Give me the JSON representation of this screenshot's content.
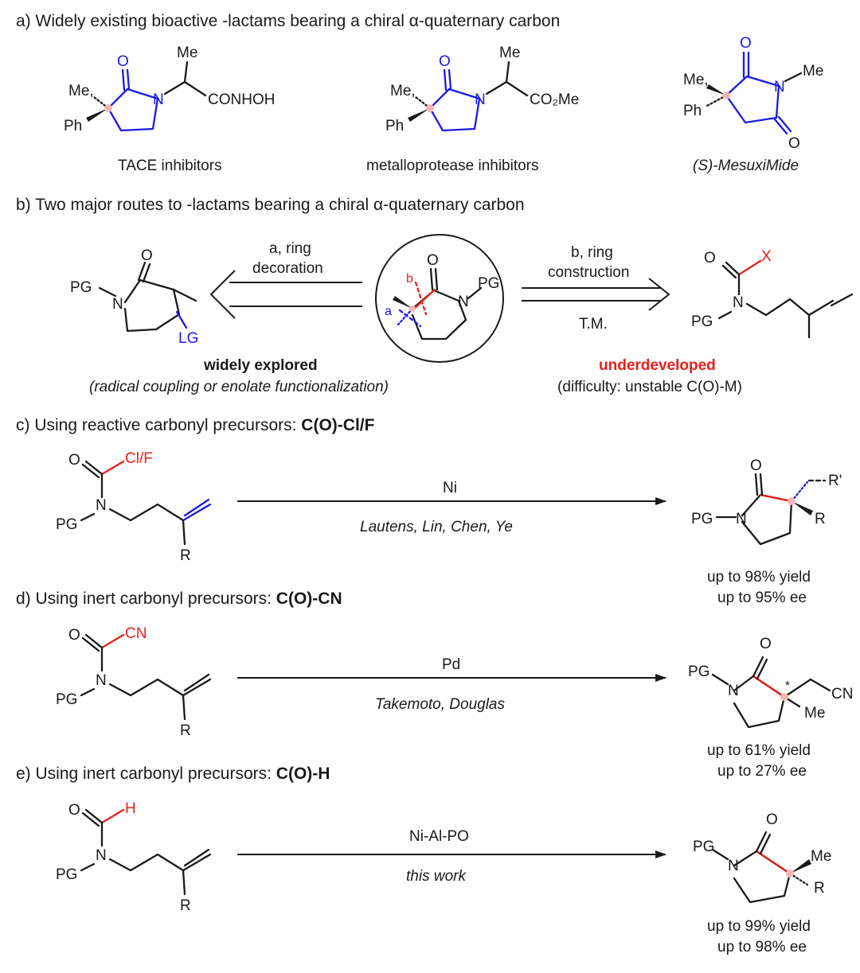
{
  "sections": {
    "a": {
      "heading": "a) Widely existing bioactive   -lactams bearing a chiral α-quaternary carbon",
      "compounds": [
        {
          "caption": "TACE inhibitors",
          "substituent": "CONHOH"
        },
        {
          "caption": "metalloprotease inhibitors",
          "substituent": "CO₂Me"
        },
        {
          "caption": "(S)-MesuxiMide",
          "substituent": ""
        }
      ]
    },
    "b": {
      "heading": "b) Two major routes to   -lactams bearing a chiral α-quaternary carbon",
      "route_a": {
        "label_line1": "a, ring",
        "label_line2": "decoration",
        "status": "widely explored",
        "note": "(radical coupling or enolate functionalization)"
      },
      "route_b": {
        "label_line1": "b, ring",
        "label_line2": "construction",
        "below": "T.M.",
        "status": "underdeveloped",
        "note": "(difficulty: unstable C(O)-M)"
      }
    },
    "c": {
      "heading_prefix": "c) Using reactive carbonyl precursors: ",
      "heading_bold": "C(O)-Cl/F",
      "leaving_group": "Cl/F",
      "catalyst": "Ni",
      "authors": "Lautens, Lin, Chen, Ye",
      "yield": "up to 98% yield",
      "ee": "up to 95% ee"
    },
    "d": {
      "heading_prefix": "d) Using inert carbonyl precursors: ",
      "heading_bold": "C(O)-CN",
      "leaving_group": "CN",
      "catalyst": "Pd",
      "authors": "Takemoto, Douglas",
      "yield": "up to 61% yield",
      "ee": "up to 27% ee"
    },
    "e": {
      "heading_prefix": "e) Using inert carbonyl precursors: ",
      "heading_bold": "C(O)-H",
      "leaving_group": "H",
      "catalyst": "Ni-Al-PO",
      "authors": "this work",
      "yield": "up to 99% yield",
      "ee": "up to 98% ee"
    }
  },
  "atom_labels": {
    "me": "Me",
    "ph": "Ph",
    "n": "N",
    "o": "O",
    "pg": "PG",
    "lg": "LG",
    "r": "R",
    "r_prime": "R'",
    "x": "X",
    "cn": "CN",
    "star": "*",
    "bond_a": "a",
    "bond_b": "b",
    "me_comma": "Me,"
  },
  "colors": {
    "ring_blue": "#1a1ae6",
    "highlight_red": "#e8201a",
    "stereocenter": "#f4b6b6"
  }
}
